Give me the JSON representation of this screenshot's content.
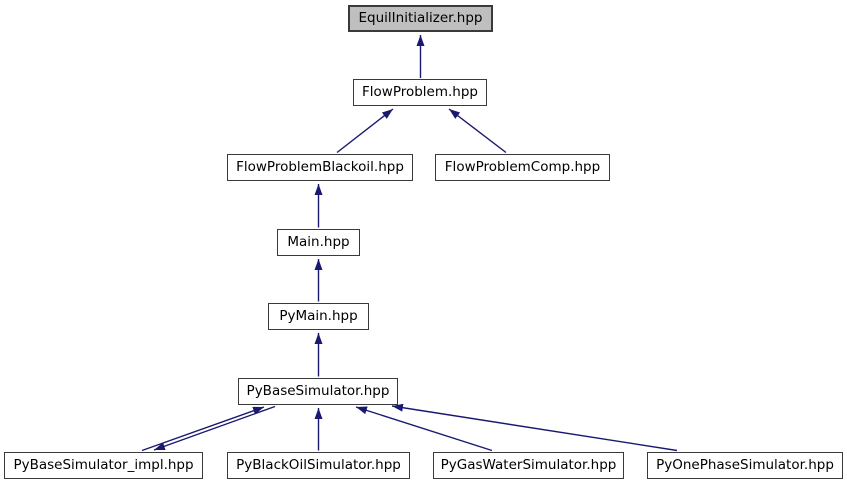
{
  "graph": {
    "type": "include-dependency-graph",
    "background_color": "#ffffff",
    "edge_color": "#191970",
    "node_fill": "#ffffff",
    "node_border_color": "#3a3a3a",
    "highlighted_node_fill": "#bfbfbf",
    "text_color": "#000000",
    "nodes": [
      {
        "label": "EquilInitializer.hpp",
        "highlighted": true
      },
      {
        "label": "FlowProblem.hpp",
        "highlighted": false
      },
      {
        "label": "FlowProblemBlackoil.hpp",
        "highlighted": false
      },
      {
        "label": "FlowProblemComp.hpp",
        "highlighted": false
      },
      {
        "label": "Main.hpp",
        "highlighted": false
      },
      {
        "label": "PyMain.hpp",
        "highlighted": false
      },
      {
        "label": "PyBaseSimulator.hpp",
        "highlighted": false
      },
      {
        "label": "PyBaseSimulator_impl.hpp",
        "highlighted": false
      },
      {
        "label": "PyBlackOilSimulator.hpp",
        "highlighted": false
      },
      {
        "label": "PyGasWaterSimulator.hpp",
        "highlighted": false
      },
      {
        "label": "PyOnePhaseSimulator.hpp",
        "highlighted": false
      }
    ],
    "edges": [
      {
        "from": "FlowProblem.hpp",
        "to": "EquilInitializer.hpp"
      },
      {
        "from": "FlowProblemBlackoil.hpp",
        "to": "FlowProblem.hpp"
      },
      {
        "from": "FlowProblemComp.hpp",
        "to": "FlowProblem.hpp"
      },
      {
        "from": "Main.hpp",
        "to": "FlowProblemBlackoil.hpp"
      },
      {
        "from": "PyMain.hpp",
        "to": "Main.hpp"
      },
      {
        "from": "PyBaseSimulator.hpp",
        "to": "PyMain.hpp"
      },
      {
        "from": "PyBaseSimulator_impl.hpp",
        "to": "PyBaseSimulator.hpp"
      },
      {
        "from": "PyBaseSimulator.hpp",
        "to": "PyBaseSimulator_impl.hpp"
      },
      {
        "from": "PyBlackOilSimulator.hpp",
        "to": "PyBaseSimulator.hpp"
      },
      {
        "from": "PyGasWaterSimulator.hpp",
        "to": "PyBaseSimulator.hpp"
      },
      {
        "from": "PyOnePhaseSimulator.hpp",
        "to": "PyBaseSimulator.hpp"
      }
    ]
  }
}
